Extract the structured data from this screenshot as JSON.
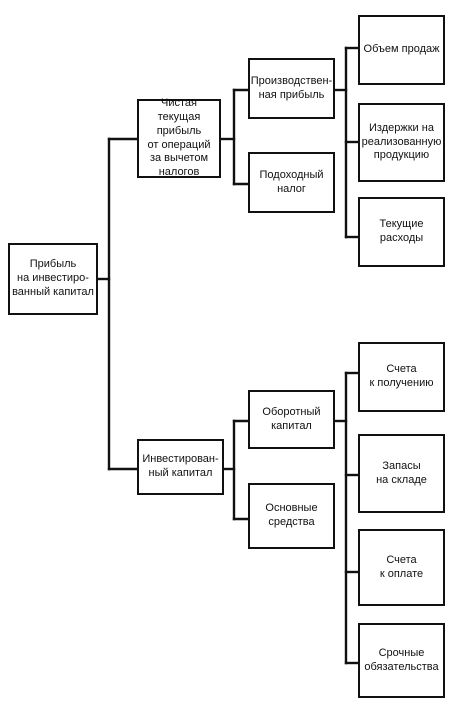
{
  "diagram": {
    "root": {
      "label": "Прибыль\nна инвестиро-\nванный капитал"
    },
    "level1": {
      "net_profit": {
        "label": "Чистая текущая\nприбыль\nот операций\nза вычетом\nналогов"
      },
      "invested_capital": {
        "label": "Инвестирован-\nный капитал"
      }
    },
    "level2": {
      "production_profit": {
        "label": "Производствен-\nная прибыль"
      },
      "income_tax": {
        "label": "Подоходный\nналог"
      },
      "working_capital": {
        "label": "Оборотный\nкапитал"
      },
      "fixed_assets": {
        "label": "Основные\nсредства"
      }
    },
    "level3": {
      "sales_volume": {
        "label": "Объем продаж"
      },
      "cost_of_sales": {
        "label": "Издержки на\nреализованную\nпродукцию"
      },
      "current_expenses": {
        "label": "Текущие\nрасходы"
      },
      "receivables": {
        "label": "Счета\nк получению"
      },
      "inventory": {
        "label": "Запасы\nна складе"
      },
      "payables": {
        "label": "Счета\nк оплате"
      },
      "short_term_liabilities": {
        "label": "Срочные\nобязательства"
      }
    }
  }
}
